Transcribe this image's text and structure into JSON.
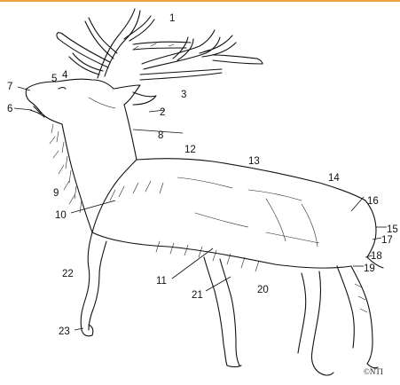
{
  "diagram": {
    "labels": [
      "1",
      "2",
      "3",
      "4",
      "5",
      "6",
      "7",
      "8",
      "9",
      "10",
      "11",
      "12",
      "13",
      "14",
      "15",
      "16",
      "17",
      "18",
      "19",
      "20",
      "21",
      "22",
      "23"
    ],
    "copyright": "©NTI"
  },
  "colors": {
    "line": "#111111",
    "background": "#ffffff",
    "top_rule": "#f0a03c"
  }
}
